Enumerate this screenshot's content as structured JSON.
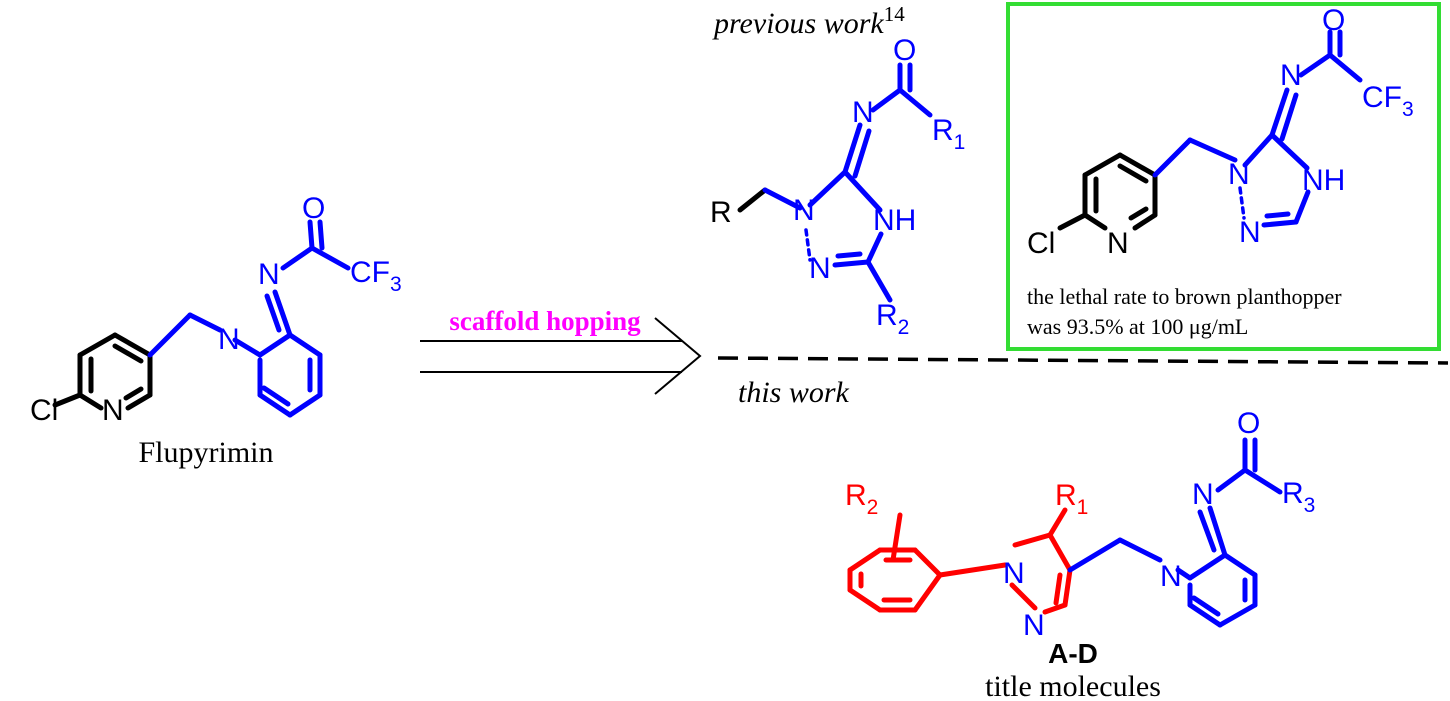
{
  "colors": {
    "black": "#000000",
    "blue": "#0000ff",
    "red": "#ff0000",
    "magenta": "#ff00ff",
    "box_border": "#33dd33"
  },
  "flupyrimin": {
    "name": "Flupyrimin",
    "atom_cl": "Cl",
    "atom_n_pyridine": "N",
    "atom_n_ring": "N",
    "atom_n_imine": "N",
    "atom_o": "O",
    "cf3": "CF",
    "cf3_sub": "3"
  },
  "transform": {
    "label": "scaffold hopping"
  },
  "previous_work": {
    "label": "previous work",
    "ref": "14",
    "atom_r": "R",
    "atom_n1": "N",
    "atom_n2": "N",
    "atom_nh": "NH",
    "atom_n_imine": "N",
    "atom_o": "O",
    "r1": "R",
    "r1_sub": "1",
    "r2": "R",
    "r2_sub": "2"
  },
  "highlight": {
    "atom_cl": "Cl",
    "atom_n_pyridine": "N",
    "atom_n1": "N",
    "atom_n2": "N",
    "atom_nh": "NH",
    "atom_n_imine": "N",
    "atom_o": "O",
    "cf3": "CF",
    "cf3_sub": "3",
    "text_line1": "the lethal rate to brown planthopper",
    "text_line2": "was 93.5% at 100 μg/mL"
  },
  "this_work": {
    "label": "this work",
    "compound_id": "A-D",
    "caption": "title molecules",
    "r1": "R",
    "r1_sub": "1",
    "r2": "R",
    "r2_sub": "2",
    "r3": "R",
    "r3_sub": "3",
    "atom_n_pz1": "N",
    "atom_n_pz2": "N",
    "atom_n_ring": "N",
    "atom_n_imine": "N",
    "atom_o": "O"
  }
}
